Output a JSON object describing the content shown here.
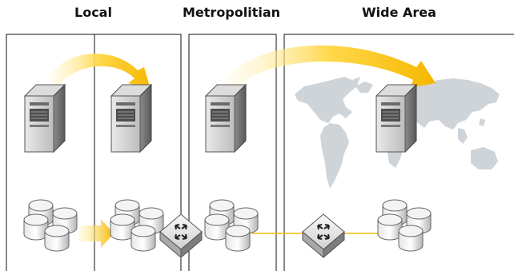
{
  "headers": {
    "local": "Local",
    "metropolitan": "Metropolitian",
    "wide_area": "Wide Area"
  },
  "colors": {
    "arrow": "#f5b800",
    "link": "#f5b800",
    "panel_border": "#111111",
    "world_map": "#cfd4d9"
  },
  "icons": [
    "server-icon",
    "database-cluster-icon",
    "network-switch-icon",
    "world-map",
    "replication-arrow-icon",
    "network-link"
  ]
}
